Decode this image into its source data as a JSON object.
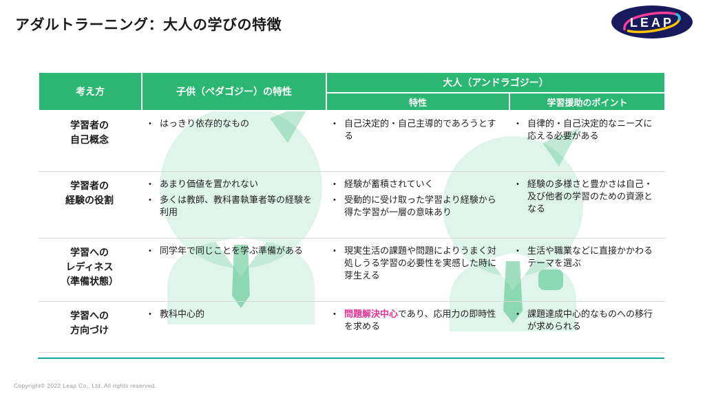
{
  "colors": {
    "header_green": "#2bb673",
    "highlight_pink": "#e5318f",
    "divider_teal": "#0ba3a0",
    "logo_navy": "#171b5e"
  },
  "slide": {
    "title": "アダルトラーニング：大人の学びの特徴",
    "logo_text": "LEAP",
    "copyright": "Copyright© 2022 Leap Co., Ltd.  All rights reserved."
  },
  "table": {
    "headers": {
      "concept": "考え方",
      "child": "子供（ペダゴジー）の特性",
      "adult_group": "大人（アンドラゴジー）",
      "adult_traits": "特性",
      "support_points": "学習援助のポイント"
    },
    "rows": [
      {
        "label": "学習者の\n自己概念",
        "child": [
          [
            {
              "text": "はっきり依存的なもの"
            }
          ]
        ],
        "adult": [
          [
            {
              "text": "自己決定的・自己主導的であろうとする"
            }
          ]
        ],
        "points": [
          [
            {
              "text": "自律的・自己決定的なニーズに応える必要がある"
            }
          ]
        ]
      },
      {
        "label": "学習者の\n経験の役割",
        "child": [
          [
            {
              "text": "あまり価値を置かれない"
            }
          ],
          [
            {
              "text": "多くは教師、教科書執筆者等の経験を利用"
            }
          ]
        ],
        "adult": [
          [
            {
              "text": "経験が蓄積されていく"
            }
          ],
          [
            {
              "text": "受動的に受け取った学習より経験から得た学習が一層の意味あり"
            }
          ]
        ],
        "points": [
          [
            {
              "text": "経験の多様さと豊かさは自己・及び他者の学習のための資源となる"
            }
          ]
        ]
      },
      {
        "label": "学習への\nレディネス\n（準備状態）",
        "child": [
          [
            {
              "text": "同学年で同じことを学ぶ準備がある"
            }
          ]
        ],
        "adult": [
          [
            {
              "text": "現実生活の課題や問題によりうまく対処しうる学習の必要性を実感した時に芽生える"
            }
          ]
        ],
        "points": [
          [
            {
              "text": "生活や職業などに直接かかわるテーマを選ぶ"
            }
          ]
        ]
      },
      {
        "label": "学習への\n方向づけ",
        "child": [
          [
            {
              "text": "教科中心的"
            }
          ]
        ],
        "adult": [
          [
            {
              "text": "問題解決中心",
              "highlight": true
            },
            {
              "text": "であり、応用力の即時性を求める"
            }
          ]
        ],
        "points": [
          [
            {
              "text": "課題達成中心的なものへの移行が求められる"
            }
          ]
        ]
      }
    ]
  }
}
